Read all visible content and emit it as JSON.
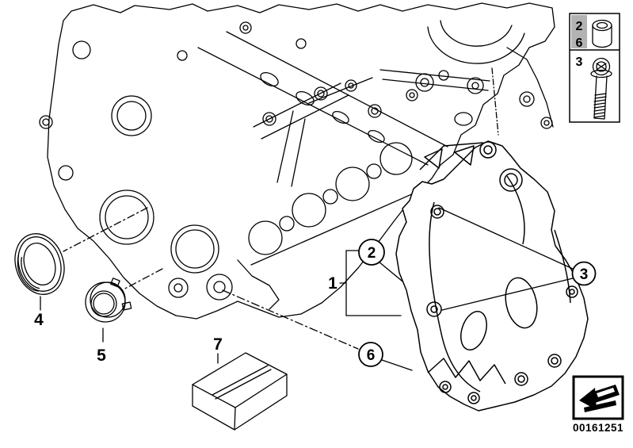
{
  "diagram": {
    "colors": {
      "line": "#000000",
      "background": "#ffffff",
      "legend_highlight": "#b3b3b3"
    },
    "callouts": {
      "c1": {
        "label": "1",
        "style": "plain"
      },
      "c2": {
        "label": "2",
        "style": "circled"
      },
      "c3": {
        "label": "3",
        "style": "circled"
      },
      "c4": {
        "label": "4",
        "style": "plain"
      },
      "c5": {
        "label": "5",
        "style": "plain"
      },
      "c6": {
        "label": "6",
        "style": "circled"
      },
      "c7": {
        "label": "7",
        "style": "plain"
      }
    },
    "legend": {
      "cells": [
        {
          "labels": [
            "2",
            "6"
          ],
          "drawing": "dowel-sleeve",
          "highlighted": true
        },
        {
          "labels": [
            "3"
          ],
          "drawing": "flange-bolt",
          "highlighted": false
        }
      ]
    },
    "footer": {
      "icon": "page-turn-arrow",
      "part_number": "00161251"
    }
  }
}
